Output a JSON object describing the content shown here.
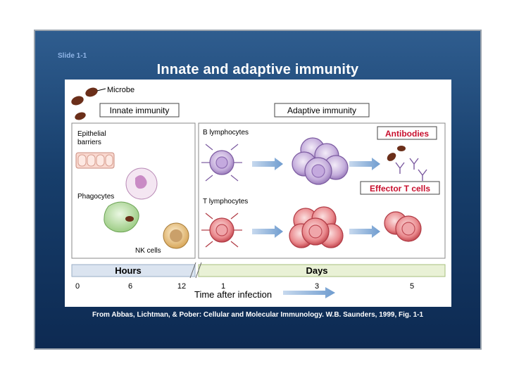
{
  "slide": {
    "number": "Slide 1-1",
    "title": "Innate and adaptive immunity",
    "caption": "From Abbas, Lichtman, & Pober: Cellular and Molecular Immunology. W.B. Saunders, 1999, Fig. 1-1"
  },
  "figure": {
    "microbe_label": "Microbe",
    "innate_header": "Innate immunity",
    "adaptive_header": "Adaptive immunity",
    "innate_labels": {
      "epithelial": [
        "Epithelial",
        "barriers"
      ],
      "phagocytes": "Phagocytes",
      "nk": "NK cells"
    },
    "adaptive_labels": {
      "b": "B lymphocytes",
      "t": "T lymphocytes",
      "antibodies": "Antibodies",
      "effector": "Effector T cells"
    },
    "timeline": {
      "hours": "Hours",
      "days": "Days",
      "ticks": [
        "0",
        "6",
        "12",
        "1",
        "3",
        "5"
      ],
      "axis_label": "Time after infection"
    }
  },
  "colors": {
    "background_top": "#2f5d8f",
    "background_bottom": "#0d2a52",
    "highlight_red": "#c8102e",
    "b_cell": "#b59ad0",
    "t_cell": "#e06a70",
    "hours_band": "#dbe4f0",
    "days_band": "#e9f1d6"
  }
}
